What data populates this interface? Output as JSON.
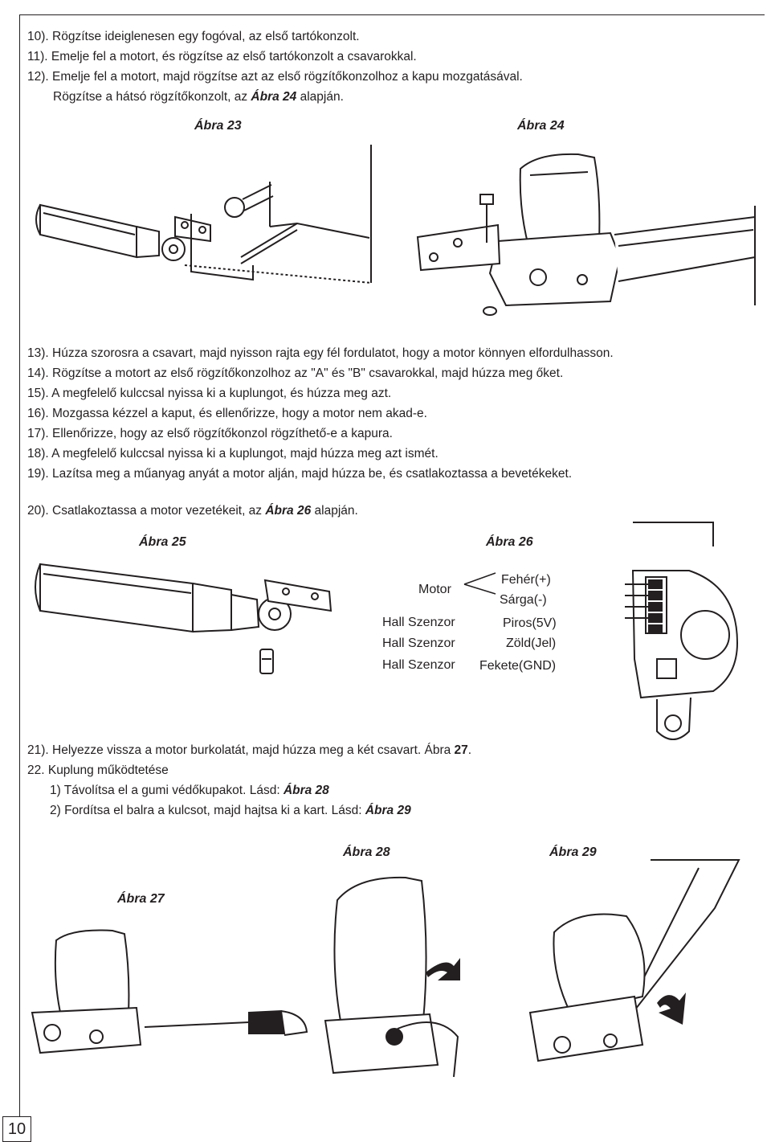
{
  "steps_top": [
    {
      "id": "s10",
      "text": "10). Rögzítse ideiglenesen egy fogóval, az első tartókonzolt."
    },
    {
      "id": "s11",
      "text": "11). Emelje fel a motort, és rögzítse az első tartókonzolt a csavarokkal."
    },
    {
      "id": "s12",
      "text": "12). Emelje fel a motort, majd rögzítse azt az első rögzítőkonzolhoz a kapu mozgatásával."
    }
  ],
  "step12_cont": {
    "pre": "Rögzítse a hátsó rögzítőkonzolt, az ",
    "ref": "Ábra 24",
    "post": " alapján."
  },
  "figures": {
    "f23": "Ábra 23",
    "f24": "Ábra 24",
    "f25": "Ábra 25",
    "f26": "Ábra 26",
    "f27": "Ábra 27",
    "f28": "Ábra 28",
    "f29": "Ábra 29"
  },
  "steps_mid": [
    "13). Húzza szorosra a csavart, majd nyisson rajta egy fél fordulatot, hogy a motor könnyen elfordulhasson.",
    "14). Rögzítse a motort az első rögzítőkonzolhoz az \"A\" és \"B\" csavarokkal,  majd húzza meg őket.",
    "15). A megfelelő kulccsal nyissa ki a kuplungot, és húzza meg azt.",
    "16). Mozgassa kézzel a kaput, és ellenőrizze, hogy a motor nem akad-e.",
    "17). Ellenőrizze, hogy az első rögzítőkonzol rögzíthető-e a kapura.",
    "18). A megfelelő kulccsal nyissa ki a kuplungot, majd húzza meg azt ismét.",
    "19). Lazítsa meg a műanyag anyát a motor alján, majd húzza be, és csatlakoztassa a bevetékeket."
  ],
  "step20": {
    "pre": "20). Csatlakoztassa a motor vezetékeit, az ",
    "ref": "Ábra  26",
    "post": " alapján."
  },
  "wiring": {
    "motor": "Motor",
    "hall1": "Hall Szenzor",
    "hall2": "Hall Szenzor",
    "hall3": "Hall Szenzor",
    "white": "Fehér(+)",
    "yellow": "Sárga(-)",
    "red": "Piros(5V)",
    "green": "Zöld(Jel)",
    "black": "Fekete(GND)"
  },
  "step21": {
    "pre": "21). Helyezze vissza a motor burkolatát, majd húzza meg a két csavart. Ábra  ",
    "ref": "27",
    "post": "."
  },
  "step22": "22. Kuplung működtetése",
  "step22_1": {
    "pre": "1) Távolítsa el a gumi védőkupakot. Lásd: ",
    "ref": "Ábra 28"
  },
  "step22_2": {
    "pre": "2) Fordítsa el balra a kulcsot, majd hajtsa ki a kart. Lásd: ",
    "ref": "Ábra 29"
  },
  "page_number": "10"
}
